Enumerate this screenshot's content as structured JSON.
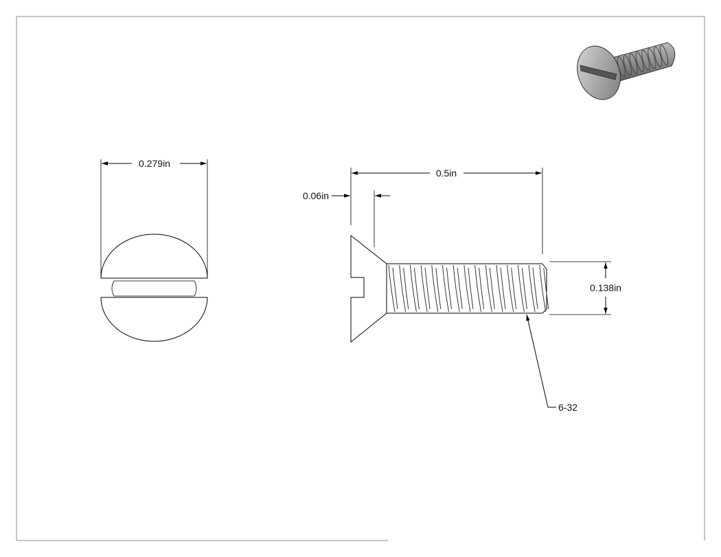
{
  "drawing": {
    "dimensions": {
      "head_diameter": "0.279in",
      "overall_length": "0.5in",
      "head_height": "0.06in",
      "major_diameter": "0.138in",
      "thread_callout": "6-32"
    }
  },
  "views": {
    "end_view": "slot-head-end-view",
    "side_view": "flat-head-side-view",
    "iso_view": "isometric-shaded-preview"
  }
}
